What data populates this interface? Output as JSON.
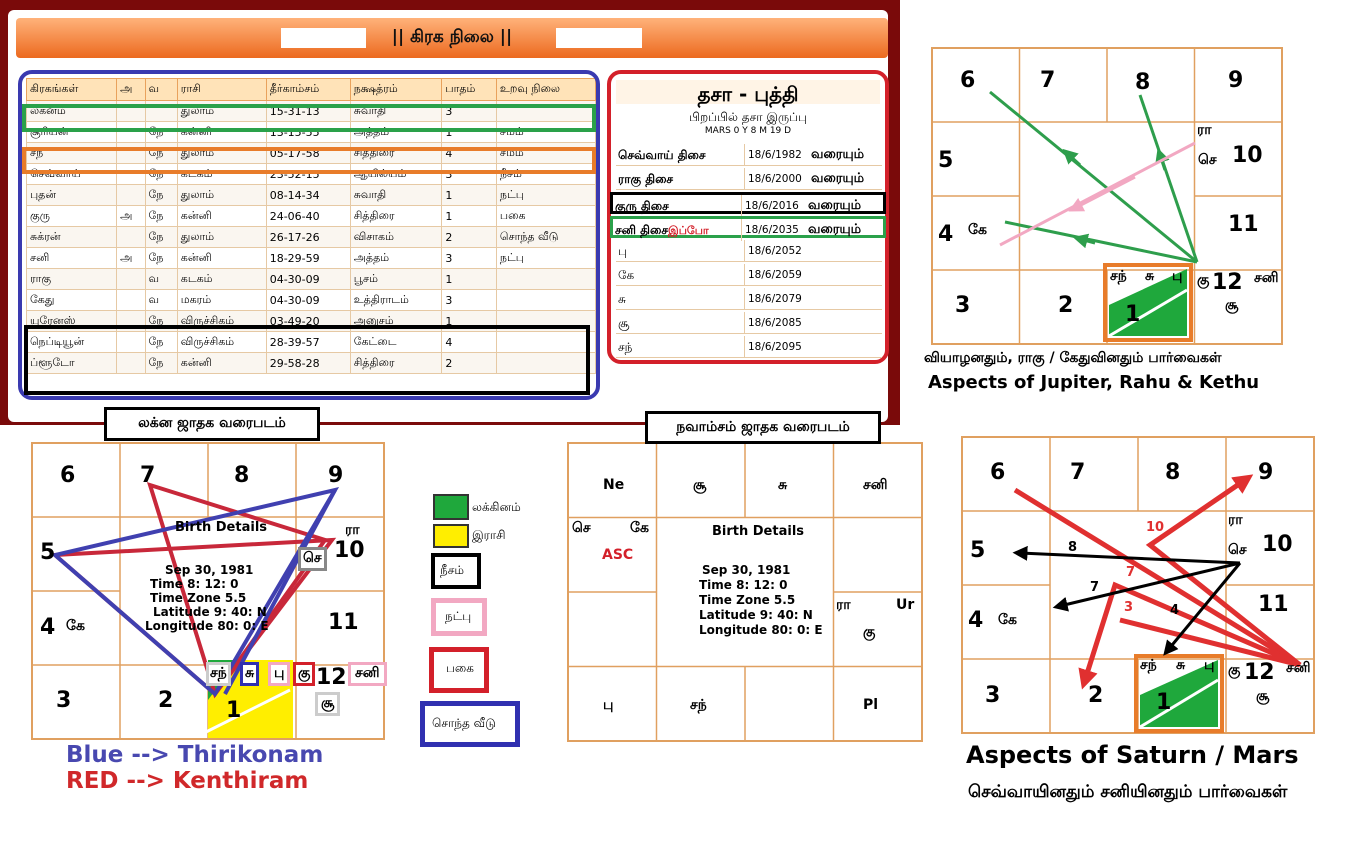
{
  "header": {
    "title": "|| கிரக நிலை ||"
  },
  "planet_table": {
    "columns": [
      "கிரகங்கள்",
      "அ",
      "வ",
      "ராசி",
      "தீர்காம்சம்",
      "நக்ஷத்ரம்",
      "பாதம்",
      "உறவு நிலை"
    ],
    "rows": [
      [
        "லக்னம்",
        "",
        "",
        "துலாம்",
        "15-31-13",
        "சுவாதி",
        "3",
        ""
      ],
      [
        "சூரியன்",
        "",
        "நே",
        "கன்னி",
        "13-15-55",
        "அத்தம்",
        "1",
        "சமம்"
      ],
      [
        "சந்",
        "",
        "நே",
        "துலாம்",
        "05-17-58",
        "சித்திரை",
        "4",
        "சமம்"
      ],
      [
        "செவ்வாய்",
        "",
        "நே",
        "கடகம்",
        "23-52-15",
        "ஆயில்யம்",
        "3",
        "நீசம்"
      ],
      [
        "புதன்",
        "",
        "நே",
        "துலாம்",
        "08-14-34",
        "சுவாதி",
        "1",
        "நட்பு"
      ],
      [
        "குரு",
        "அ",
        "நே",
        "கன்னி",
        "24-06-40",
        "சித்திரை",
        "1",
        "பகை"
      ],
      [
        "சுக்ரன்",
        "",
        "நே",
        "துலாம்",
        "26-17-26",
        "விசாகம்",
        "2",
        "சொந்த வீடு"
      ],
      [
        "சனி",
        "அ",
        "நே",
        "கன்னி",
        "18-29-59",
        "அத்தம்",
        "3",
        "நட்பு"
      ],
      [
        "ராகு",
        "",
        "வ",
        "கடகம்",
        "04-30-09",
        "பூசம்",
        "1",
        ""
      ],
      [
        "கேது",
        "",
        "வ",
        "மகரம்",
        "04-30-09",
        "உத்திராடம்",
        "3",
        ""
      ],
      [
        "யுரேனஸ்",
        "",
        "நே",
        "விருச்சிகம்",
        "03-49-20",
        "அனுசம்",
        "1",
        ""
      ],
      [
        "நெப்டியூன்",
        "",
        "நே",
        "விருச்சிகம்",
        "28-39-57",
        "கேட்டை",
        "4",
        ""
      ],
      [
        "ப்ளூடோ",
        "",
        "நே",
        "கன்னி",
        "29-58-28",
        "சித்திரை",
        "2",
        ""
      ]
    ]
  },
  "dasa": {
    "title": "தசா - புத்தி",
    "subtitle": "பிறப்பில் தசா இருப்பு",
    "balance": "MARS 0 Y 8 M 19 D",
    "rows": [
      [
        "செவ்வாய் திசை",
        "18/6/1982",
        "வரையும்"
      ],
      [
        "ராகு திசை",
        "18/6/2000",
        "வரையும்"
      ],
      [
        "குரு திசை",
        "18/6/2016",
        "வரையும்"
      ],
      [
        "சனி திசை",
        "18/6/2035",
        "வரையும்"
      ],
      [
        "பு",
        "18/6/2052",
        ""
      ],
      [
        "கே",
        "18/6/2059",
        ""
      ],
      [
        "சு",
        "18/6/2079",
        ""
      ],
      [
        "சூ",
        "18/6/2085",
        ""
      ],
      [
        "சந்",
        "18/6/2095",
        ""
      ]
    ],
    "current_label": "இப்போ"
  },
  "chart_tr": {
    "nums": [
      "6",
      "7",
      "8",
      "9",
      "5",
      "10",
      "4",
      "11",
      "3",
      "2",
      "1",
      "12"
    ],
    "planets": {
      "ra": "ரா",
      "se": "செ",
      "ke": "கே",
      "san": "சந்",
      "su": "சு",
      "pu": "பு",
      "gu": "கு",
      "sani": "சனி",
      "soo": "சூ"
    },
    "caption_ta": "வியாழனதும், ராகு / கேதுவினதும் பார்வைகள்",
    "caption_en": "Aspects of Jupiter, Rahu & Kethu"
  },
  "chart_br": {
    "caption_en": "Aspects of Saturn / Mars",
    "caption_ta": "செவ்வாயினதும் சனியினதும் பார்வைகள்",
    "arrow_nums": [
      "10",
      "8",
      "7",
      "7",
      "3",
      "4"
    ]
  },
  "lagna": {
    "title": "லக்ன ஜாதக வரைபடம்",
    "details_title": "Birth Details",
    "details": [
      "Sep 30, 1981",
      "Time 8: 12: 0",
      "Time Zone 5.5",
      "Latitude 9: 40: N",
      "Longitude 80: 0: E"
    ],
    "blue_label": "Blue --> Thirikonam",
    "red_label": "RED -->  Kenthiram"
  },
  "navamsa": {
    "title": "நவாம்சம் ஜாதக வரைபடம்",
    "details_title": "Birth Details",
    "details": [
      "Sep 30, 1981",
      "Time 8: 12: 0",
      "Time Zone 5.5",
      "Latitude 9: 40: N",
      "Longitude 80: 0: E"
    ],
    "cells": {
      "ne": "Ne",
      "soo": "சூ",
      "su": "சு",
      "sani": "சனி",
      "se": "செ",
      "ke": "கே",
      "asc": "ASC",
      "ra": "ரா",
      "ur": "Ur",
      "gu": "கு",
      "pu": "பு",
      "san": "சந்",
      "pl": "Pl"
    }
  },
  "legend": {
    "items": [
      "லக்கினம்",
      "இராசி",
      "நீசம்",
      "நட்பு",
      "பகை",
      "சொந்த வீடு"
    ],
    "colors": [
      "#1fa83c",
      "#ffee00",
      "#000000",
      "#f2a8c2",
      "#d3202a",
      "#3030b0"
    ]
  },
  "colors": {
    "orange_header": "#ec6a1f",
    "frame_red": "#d3202a",
    "frame_blue": "#3a3ab0",
    "frame_green": "#2aa14a",
    "frame_orange": "#e87c2a",
    "arrow_green": "#2e9e4c",
    "arrow_pink": "#f2a8c2",
    "arrow_red": "#e03030"
  }
}
